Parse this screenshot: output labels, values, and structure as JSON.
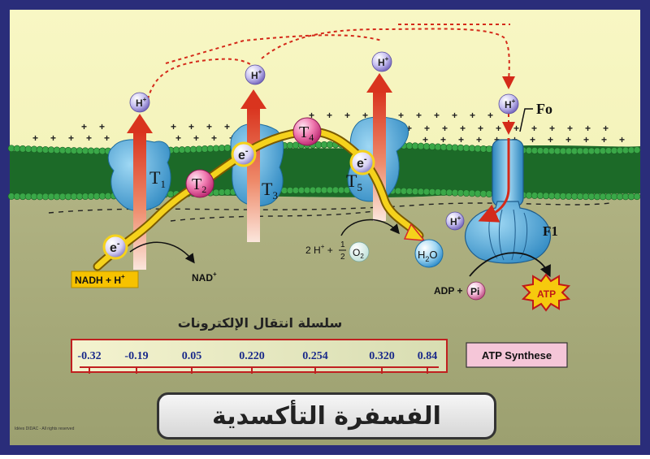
{
  "title": "الفسفرة التأكسدية",
  "chain_title": "سلسلة انتقال الإلكترونات",
  "copyright": "Idées DIDAC - All rights reserved",
  "atp_synthase_label": "ATP Synthese",
  "potentials": [
    "-0.32",
    "-0.19",
    "0.05",
    "0.220",
    "0.254",
    "0.320",
    "0.84"
  ],
  "labels": {
    "nadh": "NADH + H",
    "nadh_sup": "+",
    "nad": "NAD",
    "nad_sup": "+",
    "h_plus": "H",
    "plus_sup": "+",
    "electron": "e",
    "electron_sup": "-",
    "water_h": "H",
    "water_sub": "2",
    "water_o": "O",
    "oxygen_prefix": "2 H",
    "oxygen_plus": "+",
    "half_num": "1",
    "half_den": "2",
    "oxygen": "O",
    "oxygen_sub": "2",
    "adp_pi": "ADP + ",
    "pi": "Pi",
    "atp": "ATP",
    "fo": "Fo",
    "f1": "F1"
  },
  "transporters": [
    {
      "letter": "T",
      "sub": "1"
    },
    {
      "letter": "T",
      "sub": "2"
    },
    {
      "letter": "T",
      "sub": "3"
    },
    {
      "letter": "T",
      "sub": "4"
    },
    {
      "letter": "T",
      "sub": "5"
    }
  ],
  "colors": {
    "intermembrane_space": "#f2f2b4",
    "matrix": "#a8ad7a",
    "membrane_head": "#2e9a3c",
    "protein": "#4aa8d8",
    "proton_arrow": "#e2432a",
    "electron_path": "#f2cf1a",
    "frame": "#2a2d7a"
  }
}
